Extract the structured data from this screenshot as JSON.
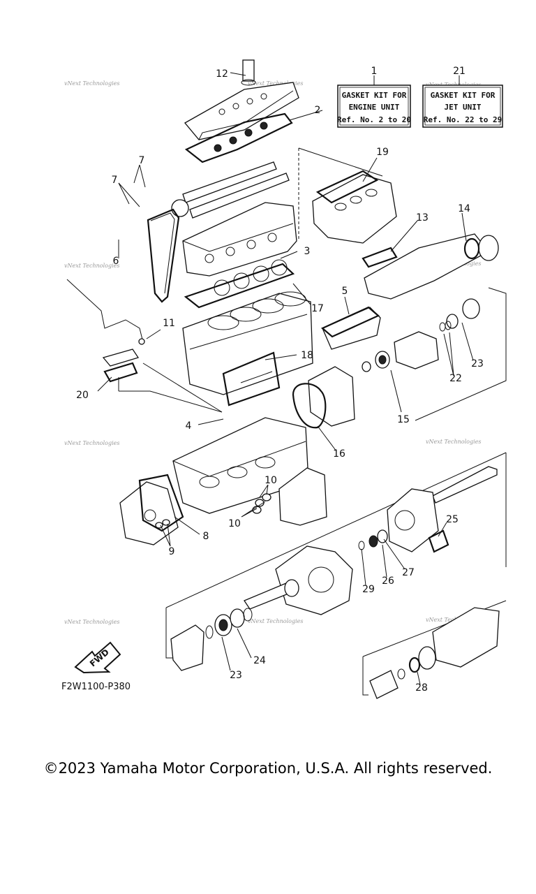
{
  "copyright": "©2023 Yamaha Motor Corporation, U.S.A. All rights reserved.",
  "diagram_code": "F2W1100-P380",
  "fwd_label": "FWD",
  "watermark": "vNext Technologies",
  "kits": [
    {
      "number": "1",
      "lines": [
        "GASKET KIT FOR",
        "ENGINE UNIT",
        "Ref. No. 2 to 20"
      ]
    },
    {
      "number": "21",
      "lines": [
        "GASKET KIT FOR",
        "JET UNIT",
        "Ref. No. 22 to 29"
      ]
    }
  ],
  "callouts": [
    "2",
    "3",
    "4",
    "5",
    "6",
    "7",
    "7",
    "8",
    "9",
    "10",
    "10",
    "11",
    "12",
    "13",
    "14",
    "15",
    "16",
    "17",
    "18",
    "19",
    "20",
    "22",
    "23",
    "23",
    "24",
    "25",
    "26",
    "27",
    "28",
    "29"
  ]
}
